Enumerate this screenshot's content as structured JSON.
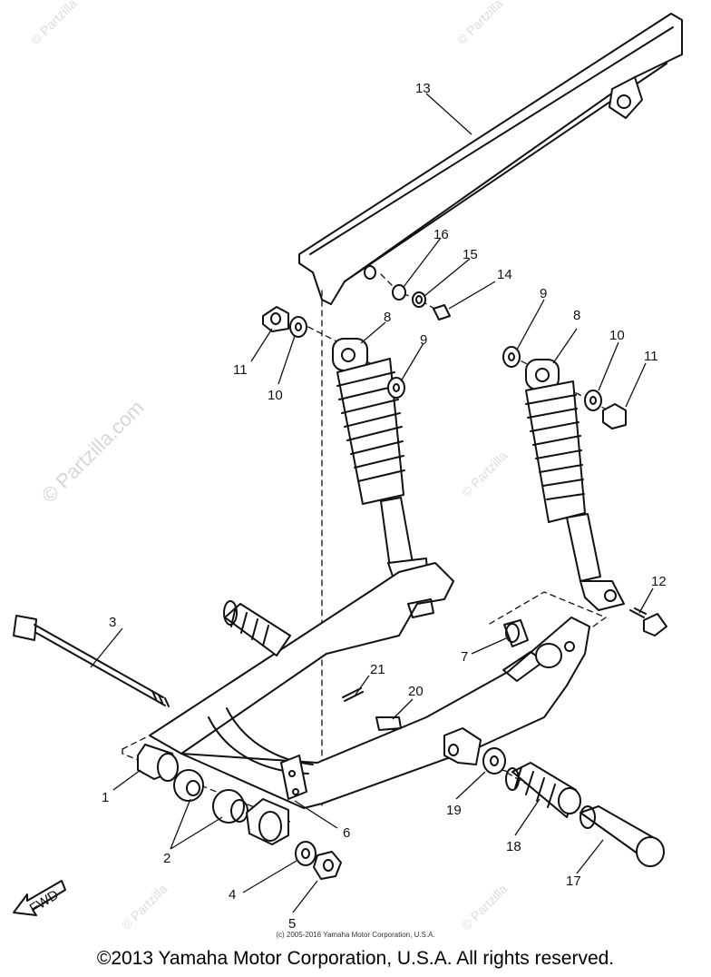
{
  "watermark": {
    "text": "© Partzilla.com",
    "short_text": "© Partzilla"
  },
  "labels": {
    "p1": "1",
    "p2": "2",
    "p3": "3",
    "p4": "4",
    "p5": "5",
    "p6": "6",
    "p7": "7",
    "p8a": "8",
    "p8b": "8",
    "p9a": "9",
    "p9b": "9",
    "p10a": "10",
    "p10b": "10",
    "p11a": "11",
    "p11b": "11",
    "p12": "12",
    "p13": "13",
    "p14": "14",
    "p15": "15",
    "p16": "16",
    "p17": "17",
    "p18": "18",
    "p19": "19",
    "p20": "20",
    "p21": "21"
  },
  "fwd_text": "FWD",
  "small_copyright": "(c) 2005-2016 Yamaha Motor Corporation, U.S.A.",
  "footer_copyright": "©2013 Yamaha Motor Corporation, U.S.A. All rights reserved."
}
